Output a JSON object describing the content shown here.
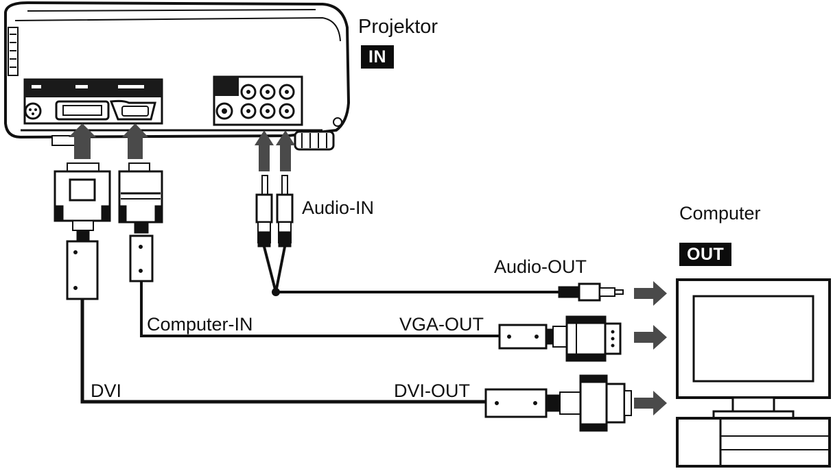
{
  "labels": {
    "projector": "Projektor",
    "in_badge": "IN",
    "audio_in": "Audio-IN",
    "computer": "Computer",
    "out_badge": "OUT",
    "audio_out": "Audio-OUT",
    "computer_in": "Computer-IN",
    "vga_out": "VGA-OUT",
    "dvi": "DVI",
    "dvi_out": "DVI-OUT"
  },
  "colors": {
    "line": "#111111",
    "arrow": "#4a4a4a",
    "badge_bg": "#0c0c0c",
    "badge_text": "#ffffff"
  }
}
